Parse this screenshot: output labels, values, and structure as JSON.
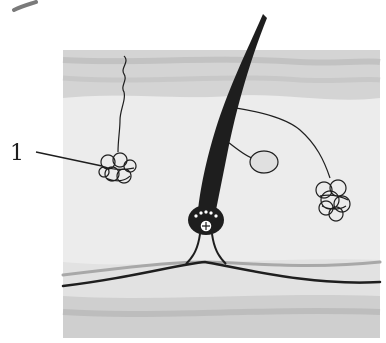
{
  "labels": {
    "callout_1": "1"
  },
  "colors": {
    "background": "#ffffff",
    "skin_band": "#d2d2d2",
    "skin_band_dark": "#bdbdbd",
    "dermis": "#ececec",
    "hypodermis": "#e4e4e4",
    "ink": "#1e1e1e",
    "gland_fill": "#e0e0e0"
  },
  "structures": [
    "sweat-gland",
    "sweat-duct",
    "hair-shaft",
    "hair-follicle",
    "hair-bulb",
    "hair-papilla",
    "sebaceous-gland",
    "apocrine-gland",
    "blood-vessels",
    "skin-layers"
  ]
}
